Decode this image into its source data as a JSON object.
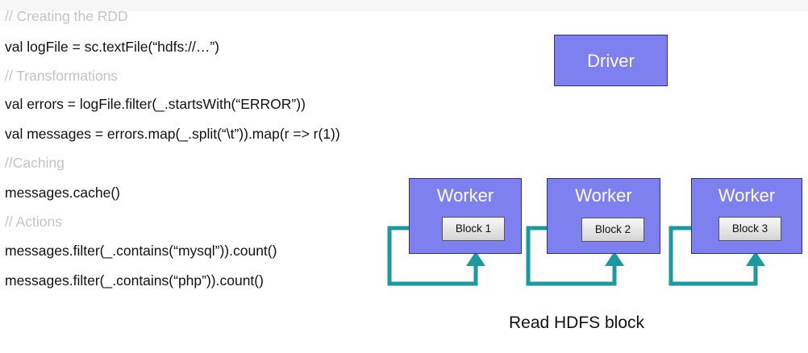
{
  "code": {
    "comment_create": "// Creating the RDD",
    "line_logfile": "val logFile = sc.textFile(“hdfs://…”)",
    "comment_transform": "// Transformations",
    "line_errors": "val errors = logFile.filter(_.startsWith(“ERROR”))",
    "line_messages": "val messages = errors.map(_.split(“\\t”)).map(r => r(1))",
    "comment_caching": "//Caching",
    "line_cache": "messages.cache()",
    "comment_actions": "// Actions",
    "line_mysql": "messages.filter(_.contains(“mysql”)).count()",
    "line_php": "messages.filter(_.contains(“php”)).count()"
  },
  "diagram": {
    "driver_label": "Driver",
    "workers": [
      {
        "label": "Worker",
        "block": "Block 1"
      },
      {
        "label": "Worker",
        "block": "Block 2"
      },
      {
        "label": "Worker",
        "block": "Block 3"
      }
    ],
    "caption": "Read HDFS block",
    "colors": {
      "box_fill": "#7e80f0",
      "box_border": "#2c2e9a",
      "arrow": "#1a9aa0"
    }
  }
}
